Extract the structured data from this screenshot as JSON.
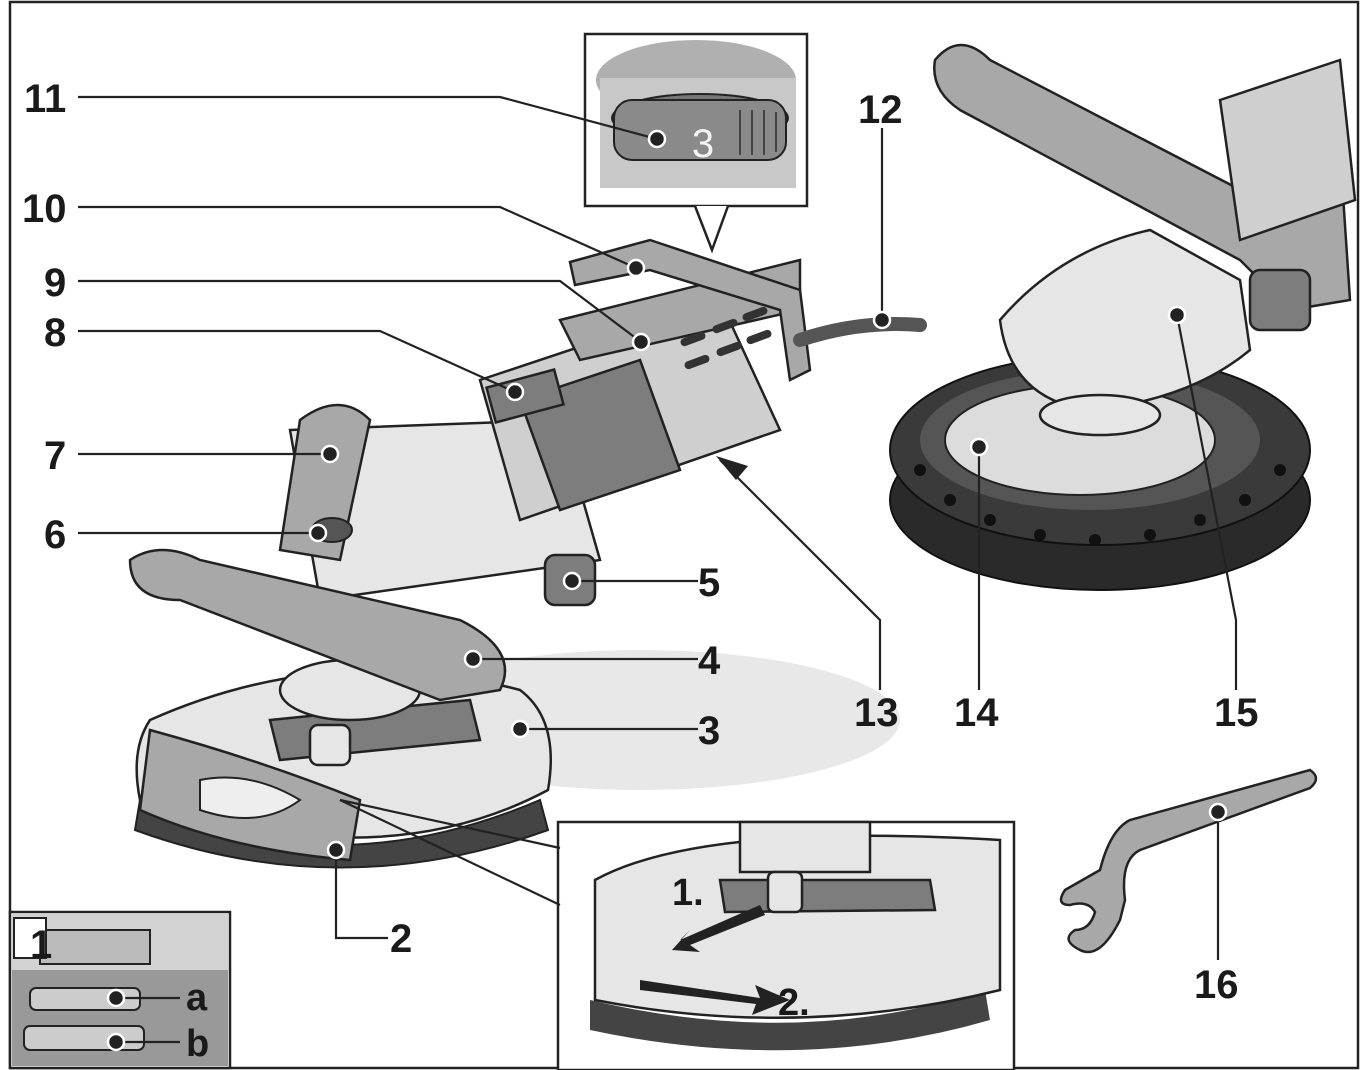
{
  "figure": {
    "callouts": [
      "1",
      "2",
      "3",
      "4",
      "5",
      "6",
      "7",
      "8",
      "9",
      "10",
      "11",
      "12",
      "13",
      "14",
      "15",
      "16"
    ],
    "dial_value": "3",
    "inset_letters": [
      "a",
      "b"
    ],
    "step_labels": [
      "1.",
      "2."
    ]
  }
}
